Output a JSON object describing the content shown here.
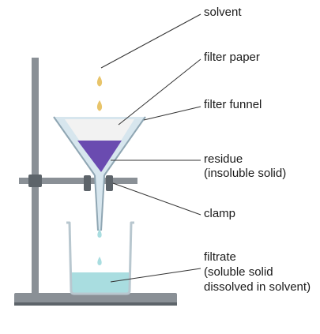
{
  "diagram": {
    "labels": {
      "solvent": "solvent",
      "filter_paper": "filter paper",
      "filter_funnel": "filter funnel",
      "residue_line1": "residue",
      "residue_line2": "(insoluble solid)",
      "clamp": "clamp",
      "filtrate_line1": "filtrate",
      "filtrate_line2": "(soluble solid",
      "filtrate_line3": "dissolved in solvent)"
    },
    "colors": {
      "stand": "#8a9096",
      "stand_dark": "#5d646a",
      "funnel_glass": "#d7e6ee",
      "funnel_edge": "#8fa6b3",
      "filter_paper": "#f2f2f2",
      "residue": "#6a4bb0",
      "solvent_drop": "#e8c46a",
      "filtrate": "#a9dde0",
      "beaker": "#b8c7cf",
      "leader_line": "#333333"
    }
  }
}
